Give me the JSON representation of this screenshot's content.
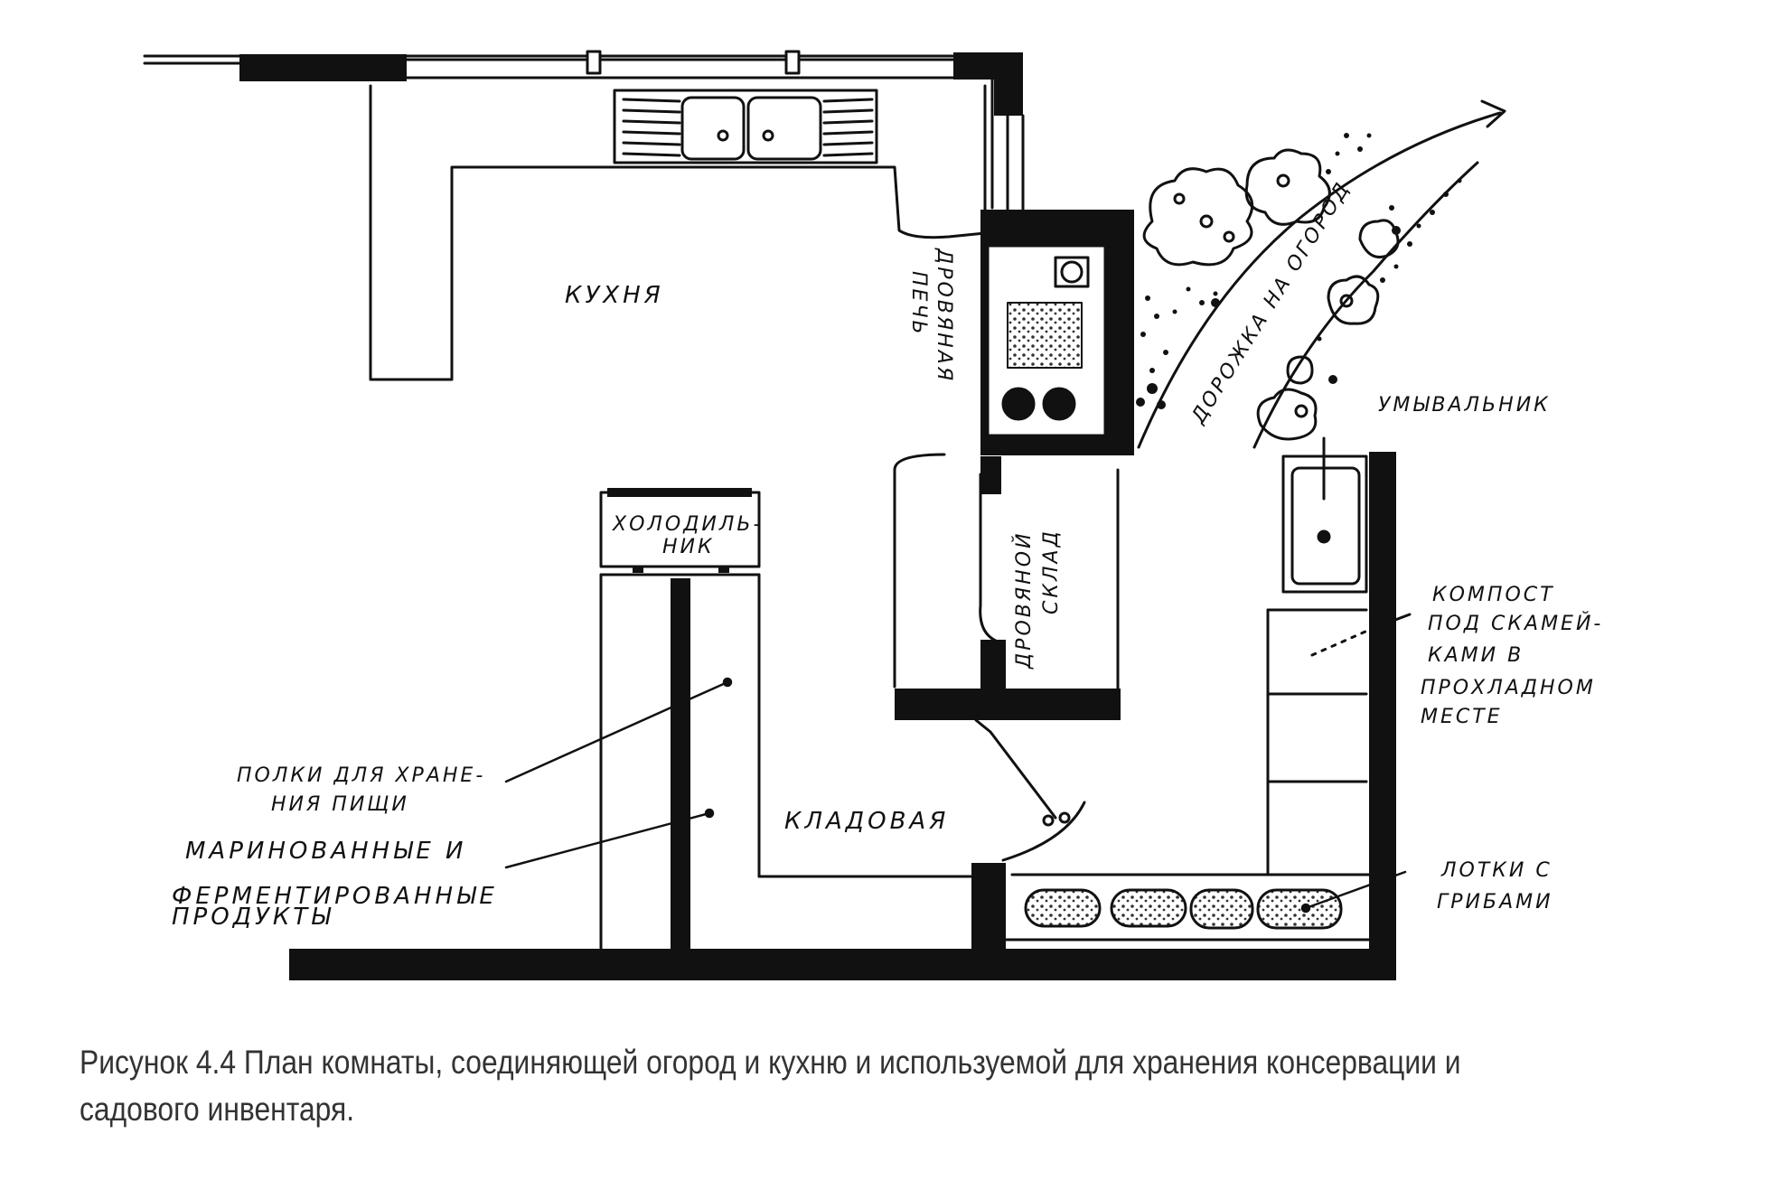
{
  "labels": {
    "kitchen": "КУХНЯ",
    "stove_1": "ДРОВЯНАЯ",
    "stove_2": "ПЕЧЬ",
    "fridge_1": "ХОЛОДИЛЬ-",
    "fridge_2": "НИК",
    "woodstore_1": "ДРОВЯНОЙ",
    "woodstore_2": "СКЛАД",
    "pantry": "КЛАДОВАЯ",
    "shelves_1": "ПОЛКИ ДЛЯ ХРАНЕ-",
    "shelves_2": "НИЯ ПИЩИ",
    "pickled_1": "МАРИНОВАННЫЕ И",
    "pickled_2": "ФЕРМЕНТИРОВАННЫЕ",
    "pickled_3": "ПРОДУКТЫ",
    "washbasin": "УМЫВАЛЬНИК",
    "compost_1": "КОМПОСТ",
    "compost_2": "ПОД СКАМЕЙ-",
    "compost_3": "КАМИ В",
    "compost_4": "ПРОХЛАДНОМ",
    "compost_5": "МЕСТЕ",
    "trays_1": "ЛОТКИ С",
    "trays_2": "ГРИБАМИ",
    "path": "ДОРОЖКА НА ОГОРОД"
  },
  "caption": "Рисунок 4.4 План комнаты, соединяющей огород и кухню и используемой для хранения консервации и садового инвентаря."
}
